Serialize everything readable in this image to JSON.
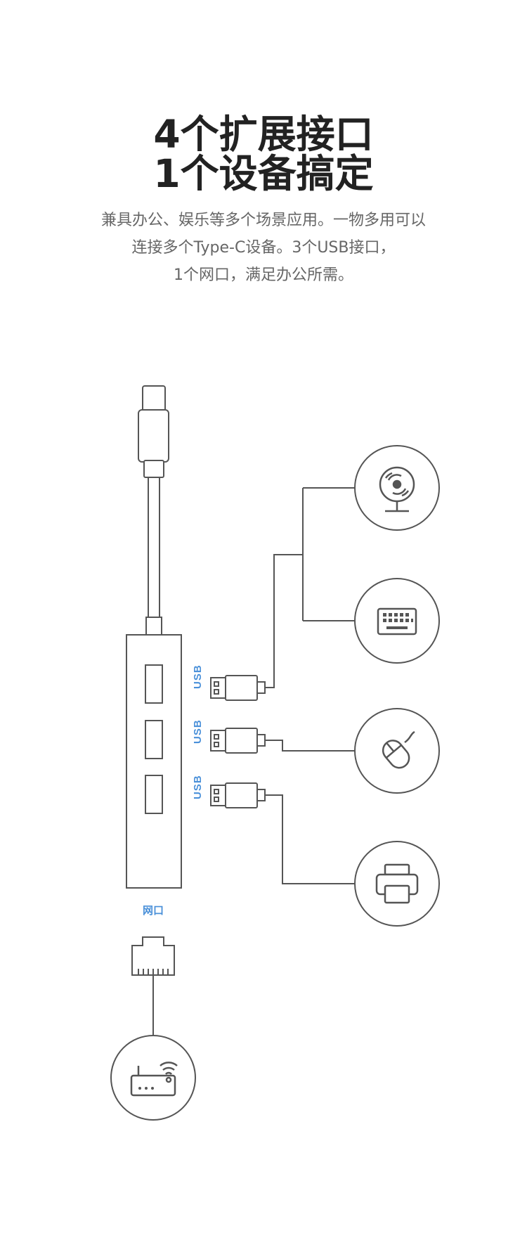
{
  "header": {
    "title_line1": "4个扩展接口",
    "title_line2": "1个设备搞定",
    "desc_line1": "兼具办公、娱乐等多个场景应用。一物多用可以",
    "desc_line2": "连接多个Type-C设备。3个USB接口，",
    "desc_line3": "1个网口，满足办公所需。"
  },
  "diagram": {
    "usb_label": "USB",
    "lan_label": "网口",
    "accent_color": "#4a90d9",
    "line_color": "#555555",
    "devices": [
      "webcam-icon",
      "keyboard-icon",
      "mouse-icon",
      "printer-icon",
      "router-icon"
    ]
  }
}
